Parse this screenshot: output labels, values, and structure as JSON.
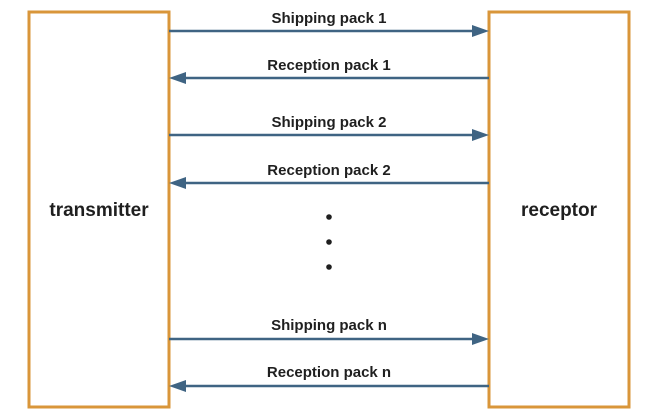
{
  "diagram": {
    "colors": {
      "box_border": "#D9963A",
      "arrow": "#3F6483",
      "text": "#1F1F1F",
      "dots": "#1F1F1F"
    },
    "left_box": {
      "label": "transmitter"
    },
    "right_box": {
      "label": "receptor"
    },
    "messages": [
      {
        "label": "Shipping pack 1",
        "direction": "right"
      },
      {
        "label": "Reception pack 1",
        "direction": "left"
      },
      {
        "label": "Shipping pack 2",
        "direction": "right"
      },
      {
        "label": "Reception pack 2",
        "direction": "left"
      },
      {
        "label": "Shipping pack n",
        "direction": "right"
      },
      {
        "label": "Reception pack n",
        "direction": "left"
      }
    ],
    "ellipsis": {
      "dot_count": 3
    }
  }
}
